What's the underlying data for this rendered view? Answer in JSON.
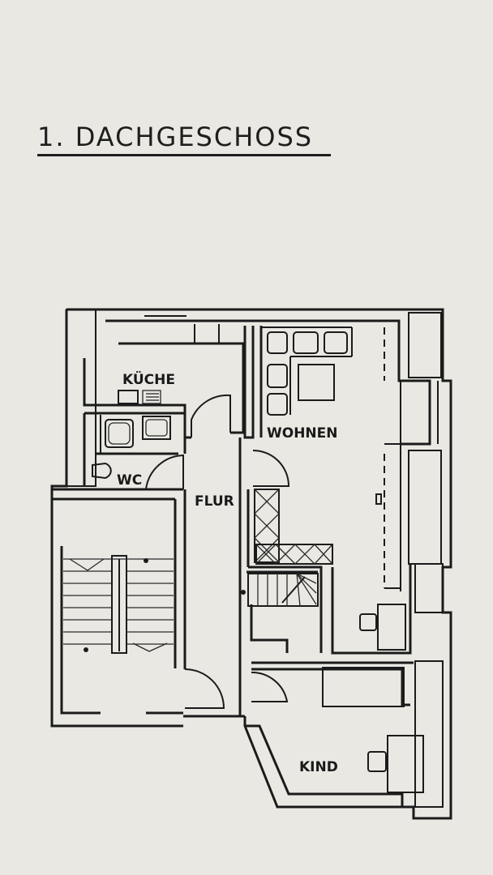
{
  "title": "1. DACHGESCHOSS",
  "rooms": {
    "kueche": "KÜCHE",
    "wc": "WC",
    "wohnen": "WOHNEN",
    "flur": "FLUR",
    "kind": "KIND"
  }
}
